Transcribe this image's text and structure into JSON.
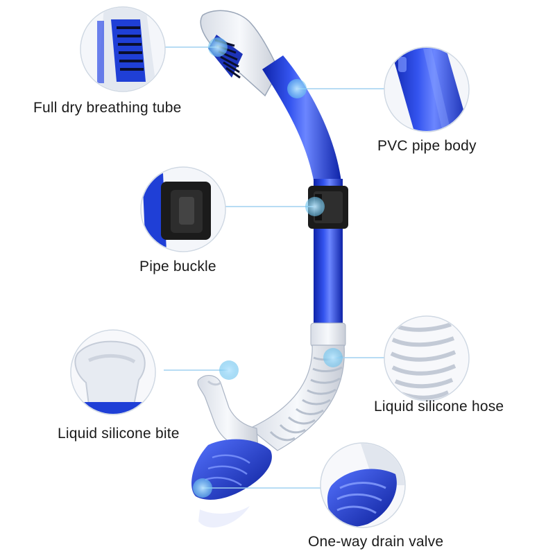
{
  "product": "snorkel",
  "callouts": [
    {
      "id": "dry-top",
      "label": "Full dry breathing tube"
    },
    {
      "id": "pipe-body",
      "label": "PVC pipe body"
    },
    {
      "id": "pipe-buckle",
      "label": "Pipe buckle"
    },
    {
      "id": "silicone-hose",
      "label": "Liquid silicone hose"
    },
    {
      "id": "silicone-bite",
      "label": "Liquid silicone bite"
    },
    {
      "id": "drain-valve",
      "label": "One-way drain valve"
    }
  ],
  "colors": {
    "tube_blue": "#1f3fd6",
    "tube_dark": "#0d1f9e",
    "highlight_dot": "#8fd3f4",
    "leader_line": "#9fd0f0",
    "circle_border": "#cfd8e3",
    "buckle": "#1b1b1b"
  }
}
